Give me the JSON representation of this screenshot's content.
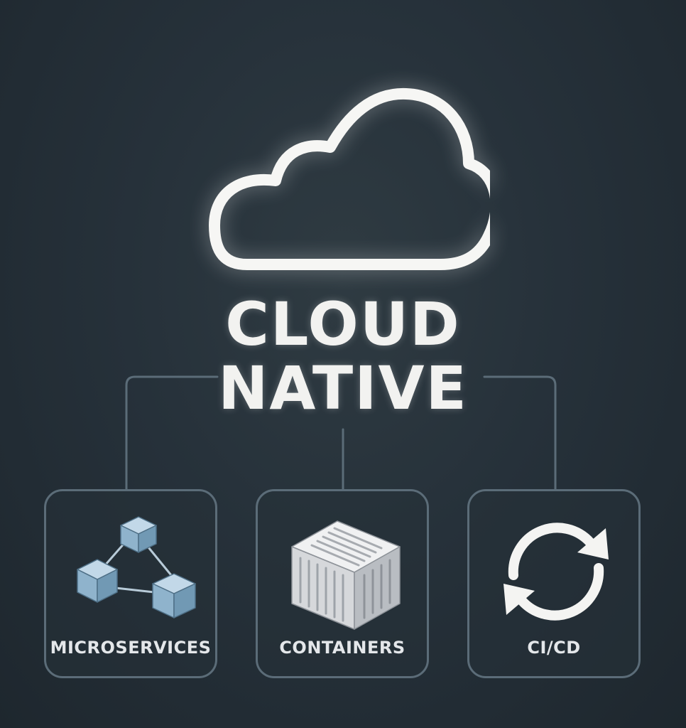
{
  "title": {
    "line1": "CLOUD",
    "line2": "NATIVE"
  },
  "icons": {
    "hero": "cloud-icon"
  },
  "cards": [
    {
      "label": "MICROSERVICES",
      "icon": "connected-cubes-icon"
    },
    {
      "label": "CONTAINERS",
      "icon": "shipping-container-icon"
    },
    {
      "label": "CI/CD",
      "icon": "refresh-cycle-icon"
    }
  ],
  "colors": {
    "background": "#26313a",
    "text": "#f2f2f0",
    "card_border": "#5b6c78",
    "connector": "#5b6c78",
    "cube_fill": "#8fb3cc",
    "container_fill": "#dcdde0"
  }
}
